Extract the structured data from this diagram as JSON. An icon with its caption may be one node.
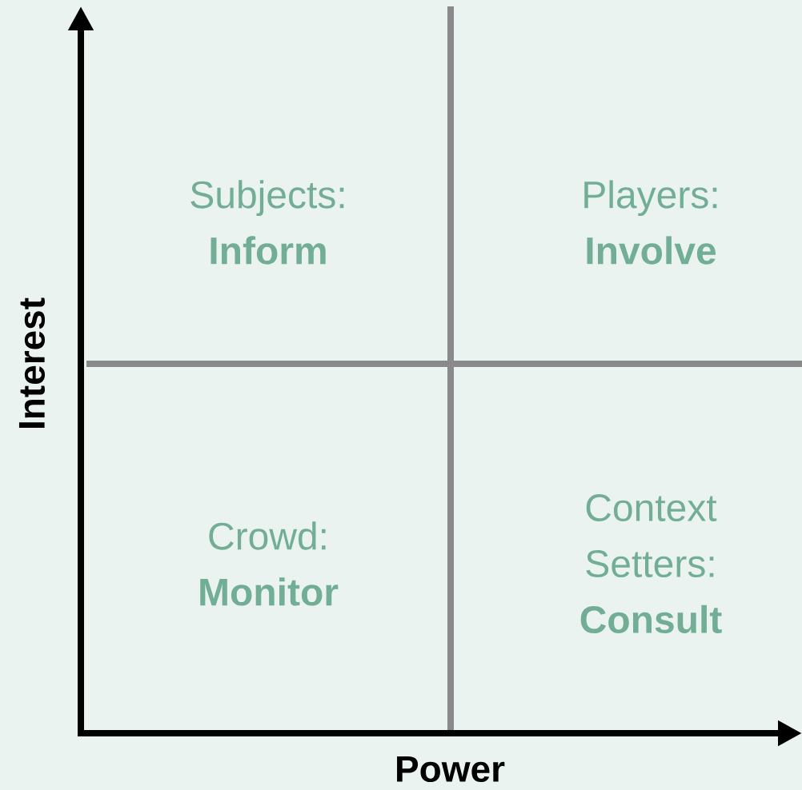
{
  "diagram": {
    "labels": [
      "Subjects: **Inform**",
      "Players: **Involve**",
      "Interest",
      "Crowd: **Monitor**",
      "Context Setters: **Consult**",
      "Power"
    ]
  }
}
